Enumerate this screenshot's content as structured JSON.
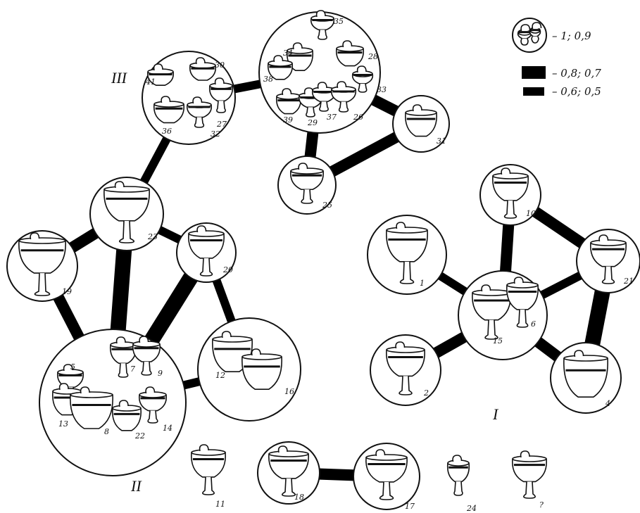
{
  "groups": [
    {
      "id": "g1",
      "label": "I"
    },
    {
      "id": "g2",
      "label": "II"
    },
    {
      "id": "g3",
      "label": "III"
    }
  ],
  "legend": [
    {
      "id": "l1",
      "label": "– 1; 0,9"
    },
    {
      "id": "l2",
      "label": "– 0,8; 0,7"
    },
    {
      "id": "l3",
      "label": "– 0,6; 0,5"
    }
  ],
  "nodes": [
    {
      "id": "n41_30",
      "vessels": [
        "41",
        "30",
        "36",
        "32",
        "27"
      ]
    },
    {
      "id": "n35_28",
      "vessels": [
        "35",
        "34",
        "28",
        "38",
        "39",
        "29",
        "37",
        "26",
        "33"
      ]
    },
    {
      "id": "n31",
      "vessels": [
        "31"
      ]
    },
    {
      "id": "n25",
      "vessels": [
        "25"
      ]
    },
    {
      "id": "n23",
      "vessels": [
        "23"
      ]
    },
    {
      "id": "n19",
      "vessels": [
        "19"
      ]
    },
    {
      "id": "n20",
      "vessels": [
        "20"
      ]
    },
    {
      "id": "n12_16",
      "vessels": [
        "12",
        "16"
      ]
    },
    {
      "id": "nbig",
      "vessels": [
        "5",
        "7",
        "9",
        "13",
        "8",
        "22",
        "14"
      ]
    },
    {
      "id": "n1",
      "vessels": [
        "1"
      ]
    },
    {
      "id": "n10",
      "vessels": [
        "10"
      ]
    },
    {
      "id": "n21",
      "vessels": [
        "21"
      ]
    },
    {
      "id": "n15_6",
      "vessels": [
        "15",
        "6"
      ]
    },
    {
      "id": "n2",
      "vessels": [
        "2"
      ]
    },
    {
      "id": "n4",
      "vessels": [
        "4"
      ]
    },
    {
      "id": "n18",
      "vessels": [
        "18"
      ]
    },
    {
      "id": "n17",
      "vessels": [
        "17"
      ]
    }
  ],
  "loose_vessels": [
    "11",
    "24",
    "?"
  ],
  "edges": [
    {
      "from": "n41_30",
      "to": "n35_28",
      "weight": "0,6; 0,5"
    },
    {
      "from": "n35_28",
      "to": "n31",
      "weight": "0,8; 0,7"
    },
    {
      "from": "n35_28",
      "to": "n25",
      "weight": "0,8; 0,7"
    },
    {
      "from": "n25",
      "to": "n31",
      "weight": "0,8; 0,7"
    },
    {
      "from": "n41_30",
      "to": "n23",
      "weight": "0,6; 0,5"
    },
    {
      "from": "n23",
      "to": "n19",
      "weight": "0,8; 0,7"
    },
    {
      "from": "n23",
      "to": "n20",
      "weight": "0,6; 0,5"
    },
    {
      "from": "n23",
      "to": "nbig",
      "weight": "1; 0,9"
    },
    {
      "from": "n19",
      "to": "nbig",
      "weight": "0,8; 0,7"
    },
    {
      "from": "n20",
      "to": "nbig",
      "weight": "1; 0,9"
    },
    {
      "from": "n20",
      "to": "n12_16",
      "weight": "0,6; 0,5"
    },
    {
      "from": "nbig",
      "to": "n12_16",
      "weight": "0,6; 0,5"
    },
    {
      "from": "n1",
      "to": "n15_6",
      "weight": "0,6; 0,5"
    },
    {
      "from": "n10",
      "to": "n15_6",
      "weight": "0,8; 0,7"
    },
    {
      "from": "n10",
      "to": "n21",
      "weight": "0,8; 0,7"
    },
    {
      "from": "n15_6",
      "to": "n21",
      "weight": "0,6; 0,5"
    },
    {
      "from": "n15_6",
      "to": "n2",
      "weight": "0,8; 0,7"
    },
    {
      "from": "n15_6",
      "to": "n4",
      "weight": "0,8; 0,7"
    },
    {
      "from": "n21",
      "to": "n4",
      "weight": "1; 0,9"
    },
    {
      "from": "n18",
      "to": "n17",
      "weight": "0,8; 0,7"
    }
  ]
}
